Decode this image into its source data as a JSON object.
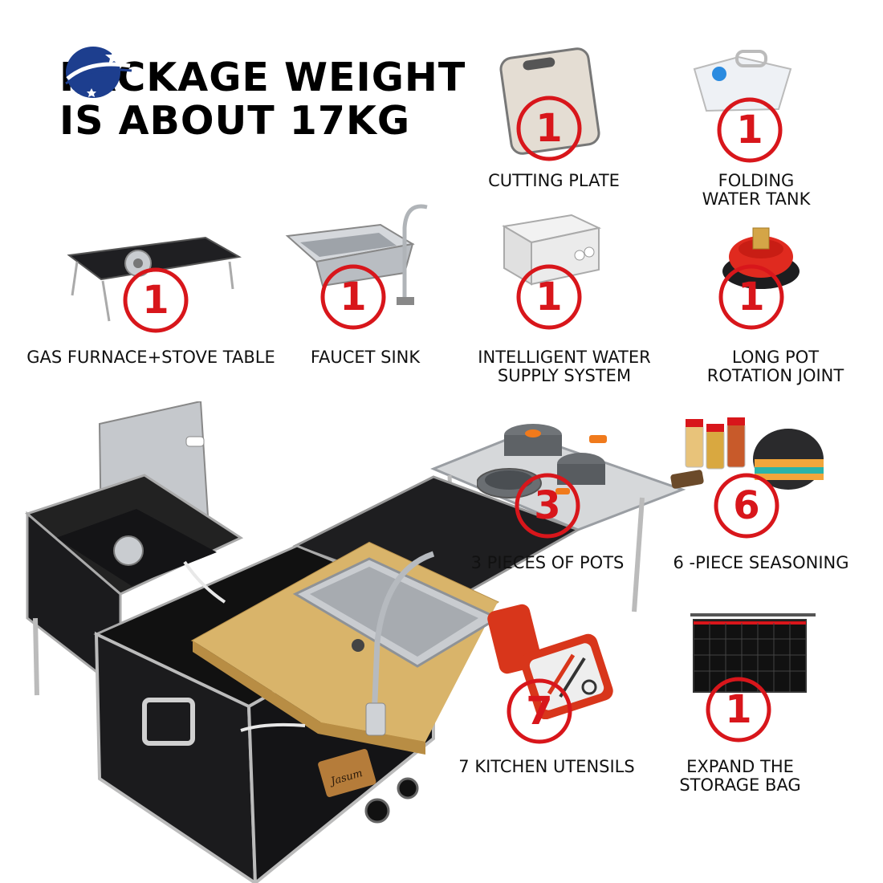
{
  "headline": {
    "line1": "PACKAGE WEIGHT",
    "line2": "IS ABOUT 17KG"
  },
  "items": [
    {
      "name": "cutting-plate",
      "label_lines": [
        "CUTTING PLATE"
      ],
      "count": "1"
    },
    {
      "name": "folding-water-tank",
      "label_lines": [
        "FOLDING",
        "WATER TANK"
      ],
      "count": "1"
    },
    {
      "name": "gas-furnace-stove-table",
      "label_lines": [
        "GAS FURNACE+STOVE TABLE"
      ],
      "count": "1"
    },
    {
      "name": "faucet-sink",
      "label_lines": [
        "FAUCET SINK"
      ],
      "count": "1"
    },
    {
      "name": "intelligent-water-supply-system",
      "label_lines": [
        "INTELLIGENT WATER",
        "SUPPLY SYSTEM"
      ],
      "count": "1"
    },
    {
      "name": "long-pot-rotation-joint",
      "label_lines": [
        "LONG POT",
        "ROTATION JOINT"
      ],
      "count": "1"
    },
    {
      "name": "pots",
      "label_lines": [
        "3 PIECES OF POTS"
      ],
      "count": "3"
    },
    {
      "name": "seasoning",
      "label_lines": [
        "6 -PIECE SEASONING"
      ],
      "count": "6"
    },
    {
      "name": "kitchen-utensils",
      "label_lines": [
        "7 KITCHEN UTENSILS"
      ],
      "count": "7"
    },
    {
      "name": "storage-bag",
      "label_lines": [
        "EXPAND THE",
        "STORAGE BAG"
      ],
      "count": "1"
    }
  ],
  "product_tag": "Jasum",
  "colors": {
    "badge_red": "#d8161b",
    "text": "#111111",
    "case_black": "#1b1b1d",
    "bamboo": "#d9b46a",
    "steel": "#c9ccd0"
  }
}
